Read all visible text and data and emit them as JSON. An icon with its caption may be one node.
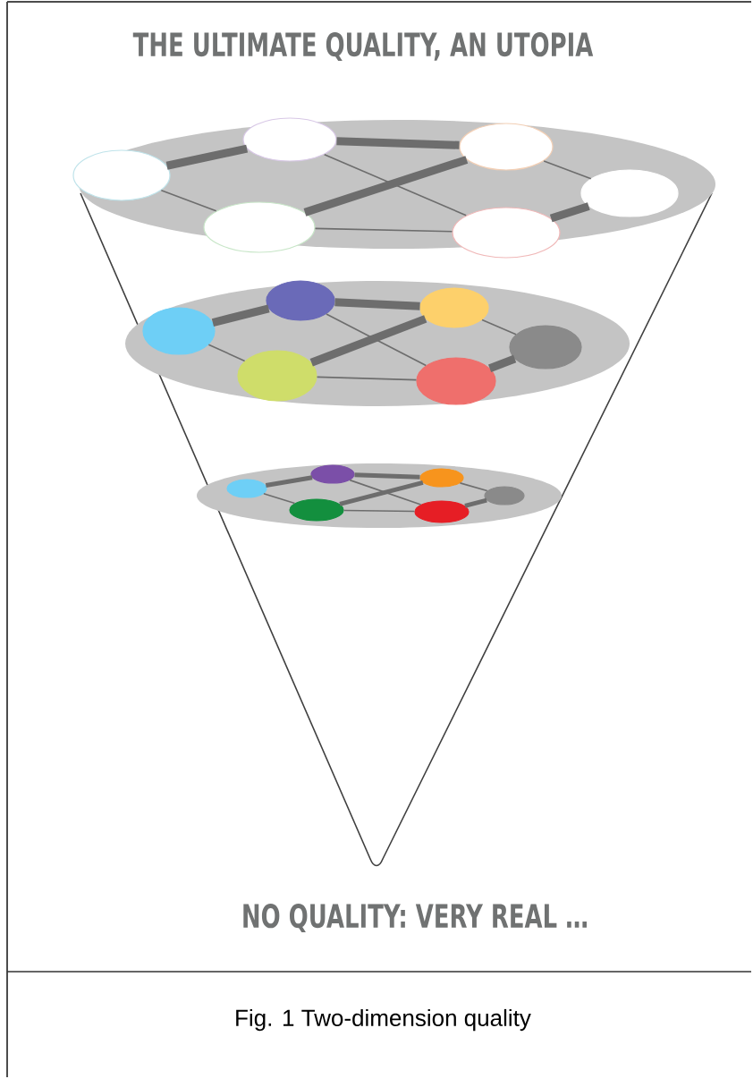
{
  "diagram": {
    "title": "THE ULTIMATE QUALITY, AN UTOPIA",
    "caption": "Fig. 1 Two-dimension quality",
    "nodes": [
      {
        "text": [],
        "shape": "disc"
      },
      {
        "text": [],
        "shape": "ellipse",
        "in": 0
      },
      {
        "text": [],
        "shape": "ellipse",
        "in": 0
      },
      {
        "text": [],
        "shape": "ellipse",
        "in": 0
      },
      {
        "text": [],
        "shape": "ellipse",
        "in": 0
      },
      {
        "text": [],
        "shape": "ellipse",
        "in": 0
      },
      {
        "text": [],
        "shape": "ellipse",
        "in": 0
      },
      {
        "text": [],
        "shape": "disc"
      },
      {
        "text": [],
        "shape": "ellipse",
        "in": 7
      },
      {
        "text": [],
        "shape": "ellipse",
        "in": 7
      },
      {
        "text": [],
        "shape": "ellipse",
        "in": 7
      },
      {
        "text": [],
        "shape": "ellipse",
        "in": 7
      },
      {
        "text": [],
        "shape": "ellipse",
        "in": 7
      },
      {
        "text": [],
        "shape": "ellipse",
        "in": 7
      },
      {
        "text": [],
        "shape": "disc"
      },
      {
        "text": [],
        "shape": "ellipse",
        "in": 14
      },
      {
        "text": [],
        "shape": "ellipse",
        "in": 14
      },
      {
        "text": [],
        "shape": "ellipse",
        "in": 14
      },
      {
        "text": [],
        "shape": "ellipse",
        "in": 14
      },
      {
        "text": [],
        "shape": "ellipse",
        "in": 14
      },
      {
        "text": [],
        "shape": "ellipse",
        "in": 14
      }
    ],
    "edges": [
      {
        "from": 1,
        "to": 2,
        "arrow": "none",
        "style": "thick"
      },
      {
        "from": 2,
        "to": 3,
        "arrow": "none",
        "style": "thick"
      },
      {
        "from": 1,
        "to": 5,
        "arrow": "none"
      },
      {
        "from": 2,
        "to": 6,
        "arrow": "none"
      },
      {
        "from": 5,
        "to": 3,
        "arrow": "none",
        "style": "thick"
      },
      {
        "from": 3,
        "to": 4,
        "arrow": "none"
      },
      {
        "from": 5,
        "to": 6,
        "arrow": "none"
      },
      {
        "from": 6,
        "to": 4,
        "arrow": "none",
        "style": "thick"
      },
      {
        "from": 8,
        "to": 9,
        "arrow": "none",
        "style": "thick"
      },
      {
        "from": 9,
        "to": 10,
        "arrow": "none",
        "style": "thick"
      },
      {
        "from": 8,
        "to": 12,
        "arrow": "none"
      },
      {
        "from": 9,
        "to": 13,
        "arrow": "none"
      },
      {
        "from": 12,
        "to": 10,
        "arrow": "none",
        "style": "thick"
      },
      {
        "from": 10,
        "to": 11,
        "arrow": "none"
      },
      {
        "from": 12,
        "to": 13,
        "arrow": "none"
      },
      {
        "from": 13,
        "to": 11,
        "arrow": "none",
        "style": "thick"
      },
      {
        "from": 15,
        "to": 16,
        "arrow": "none",
        "style": "thick"
      },
      {
        "from": 16,
        "to": 17,
        "arrow": "none",
        "style": "thick"
      },
      {
        "from": 15,
        "to": 19,
        "arrow": "none"
      },
      {
        "from": 16,
        "to": 20,
        "arrow": "none"
      },
      {
        "from": 19,
        "to": 17,
        "arrow": "none",
        "style": "thick"
      },
      {
        "from": 17,
        "to": 18,
        "arrow": "none"
      },
      {
        "from": 19,
        "to": 20,
        "arrow": "none"
      },
      {
        "from": 20,
        "to": 18,
        "arrow": "none",
        "style": "thick"
      }
    ],
    "labels": [
      "NO QUALITY: VERY REAL …"
    ]
  }
}
